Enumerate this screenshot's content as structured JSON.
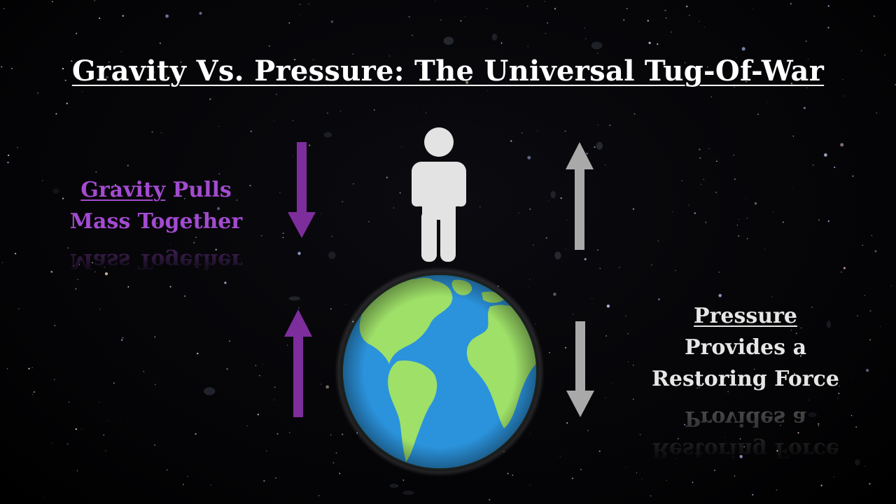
{
  "title": "Gravity Vs. Pressure: The Universal Tug-Of-War",
  "gravity_label": {
    "keyword": "Gravity",
    "rest_line1": " Pulls",
    "line2": "Mass Together",
    "color": "#a34bd0"
  },
  "pressure_label": {
    "keyword": "Pressure",
    "line2": "Provides a",
    "line3": "Restoring Force",
    "color": "#e6e6e6"
  },
  "icons": [
    "person-icon",
    "earth-icon",
    "arrow-down-icon",
    "arrow-up-icon"
  ],
  "colors": {
    "gravity_arrow": "#7d2d9c",
    "pressure_arrow": "#a9a9a9",
    "ocean": "#2b93dc",
    "land": "#9ee068",
    "person": "#e3e3e3"
  }
}
